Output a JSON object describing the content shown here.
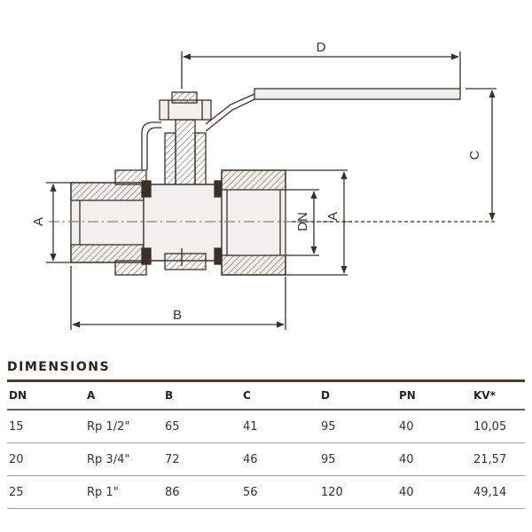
{
  "drawing": {
    "dim_labels": {
      "a_left": "A",
      "b": "B",
      "c": "C",
      "d": "D",
      "dn": "DN",
      "a_right": "A"
    },
    "colors": {
      "line": "#3a2f29",
      "hatch": "#6f625a",
      "fill": "#f3efec"
    }
  },
  "dimensions": {
    "title": "DIMENSIONS",
    "headers": [
      "DN",
      "A",
      "B",
      "C",
      "D",
      "PN",
      "KV*"
    ],
    "rows": [
      [
        "15",
        "Rp 1/2\"",
        "65",
        "41",
        "95",
        "40",
        "10,05"
      ],
      [
        "20",
        "Rp 3/4\"",
        "72",
        "46",
        "95",
        "40",
        "21,57"
      ],
      [
        "25",
        "Rp 1\"",
        "86",
        "56",
        "120",
        "40",
        "49,14"
      ]
    ]
  }
}
